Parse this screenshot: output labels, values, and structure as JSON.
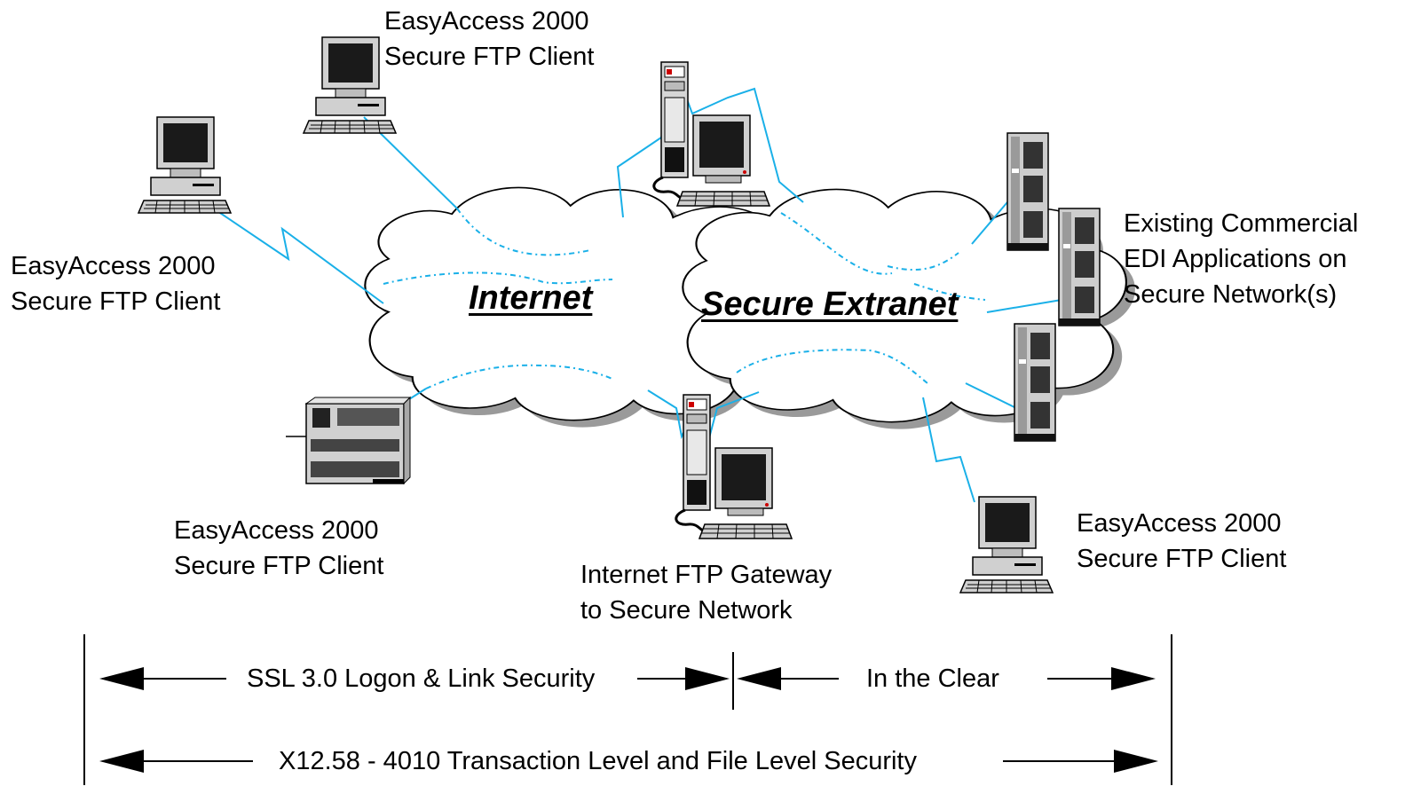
{
  "clouds": {
    "internet": "Internet",
    "extranet": "Secure Extranet"
  },
  "labels": {
    "client_top": [
      "EasyAccess 2000",
      "Secure FTP Client"
    ],
    "client_left": [
      "EasyAccess 2000",
      "Secure FTP Client"
    ],
    "client_bottom_left": [
      "EasyAccess 2000",
      "Secure FTP Client"
    ],
    "client_right": [
      "EasyAccess 2000",
      "Secure FTP Client"
    ],
    "gateway": [
      "Internet FTP Gateway",
      "to Secure Network"
    ],
    "edi_apps": [
      "Existing Commercial",
      "EDI  Applications on",
      "Secure Network(s)"
    ]
  },
  "security_bar": {
    "ssl": "SSL 3.0 Logon & Link Security",
    "clear": "In the Clear",
    "x12": "X12.58 - 4010 Transaction Level and File Level Security"
  },
  "colors": {
    "link": "#1ab0e8",
    "cloud_fill": "#ffffff",
    "cloud_shadow": "#9a9a9a",
    "device_gray": "#c8c8c8",
    "screen": "#1a1a1a"
  },
  "icons": [
    "desktop-computer-icon",
    "mainframe-icon",
    "server-tower-icon",
    "gateway-workstation-icon"
  ]
}
